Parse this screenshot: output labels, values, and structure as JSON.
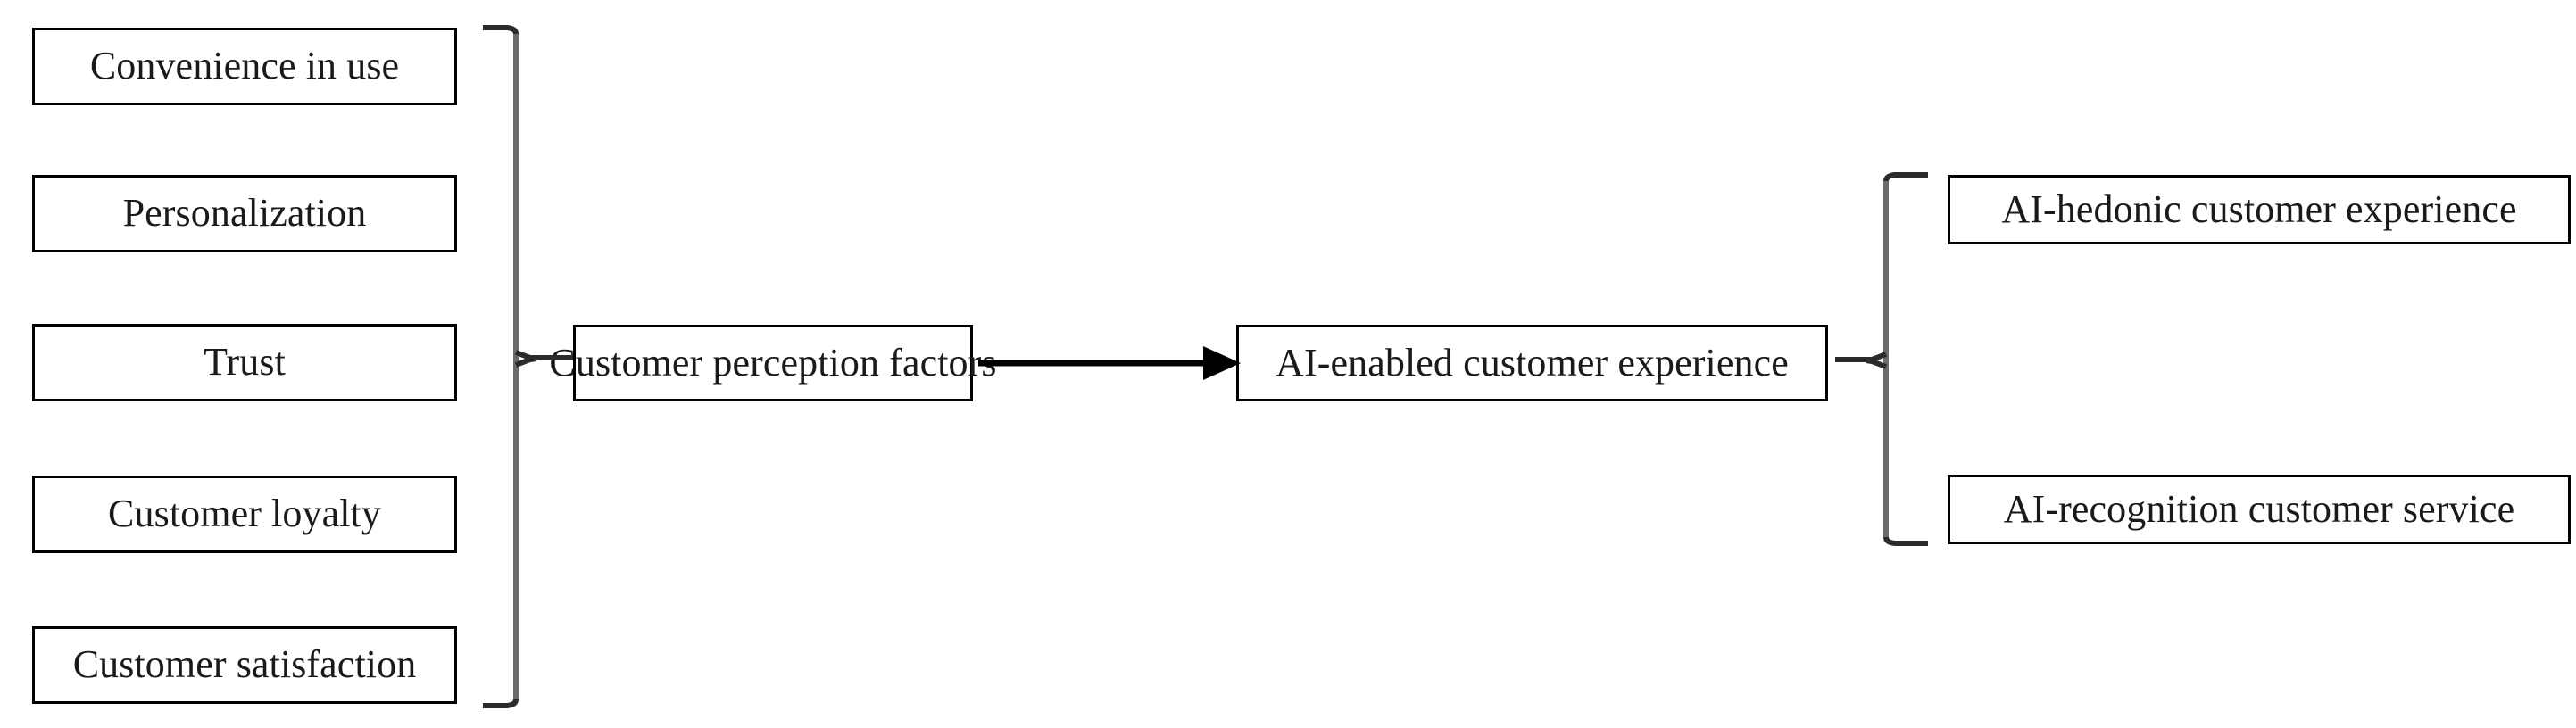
{
  "diagram": {
    "type": "flow-diagram",
    "title": "AI-enabled customer experience conceptual framework",
    "background_color": "#ffffff",
    "box_border_color": "#000000",
    "text_color": "#1a1a1a",
    "connector_color": "#000000",
    "bracket_color": "#666666"
  },
  "left_column": {
    "group_label": "Customer perception factors",
    "items": [
      {
        "label": "Convenience in use"
      },
      {
        "label": "Personalization"
      },
      {
        "label": "Trust"
      },
      {
        "label": "Customer loyalty"
      },
      {
        "label": "Customer satisfaction"
      }
    ]
  },
  "middle": {
    "perception_node": "Customer perception factors",
    "experience_node": "AI-enabled customer experience",
    "arrow": "right-arrow"
  },
  "right_column": {
    "items": [
      {
        "label": "AI-hedonic customer experience"
      },
      {
        "label": "AI-recognition customer service"
      }
    ]
  }
}
